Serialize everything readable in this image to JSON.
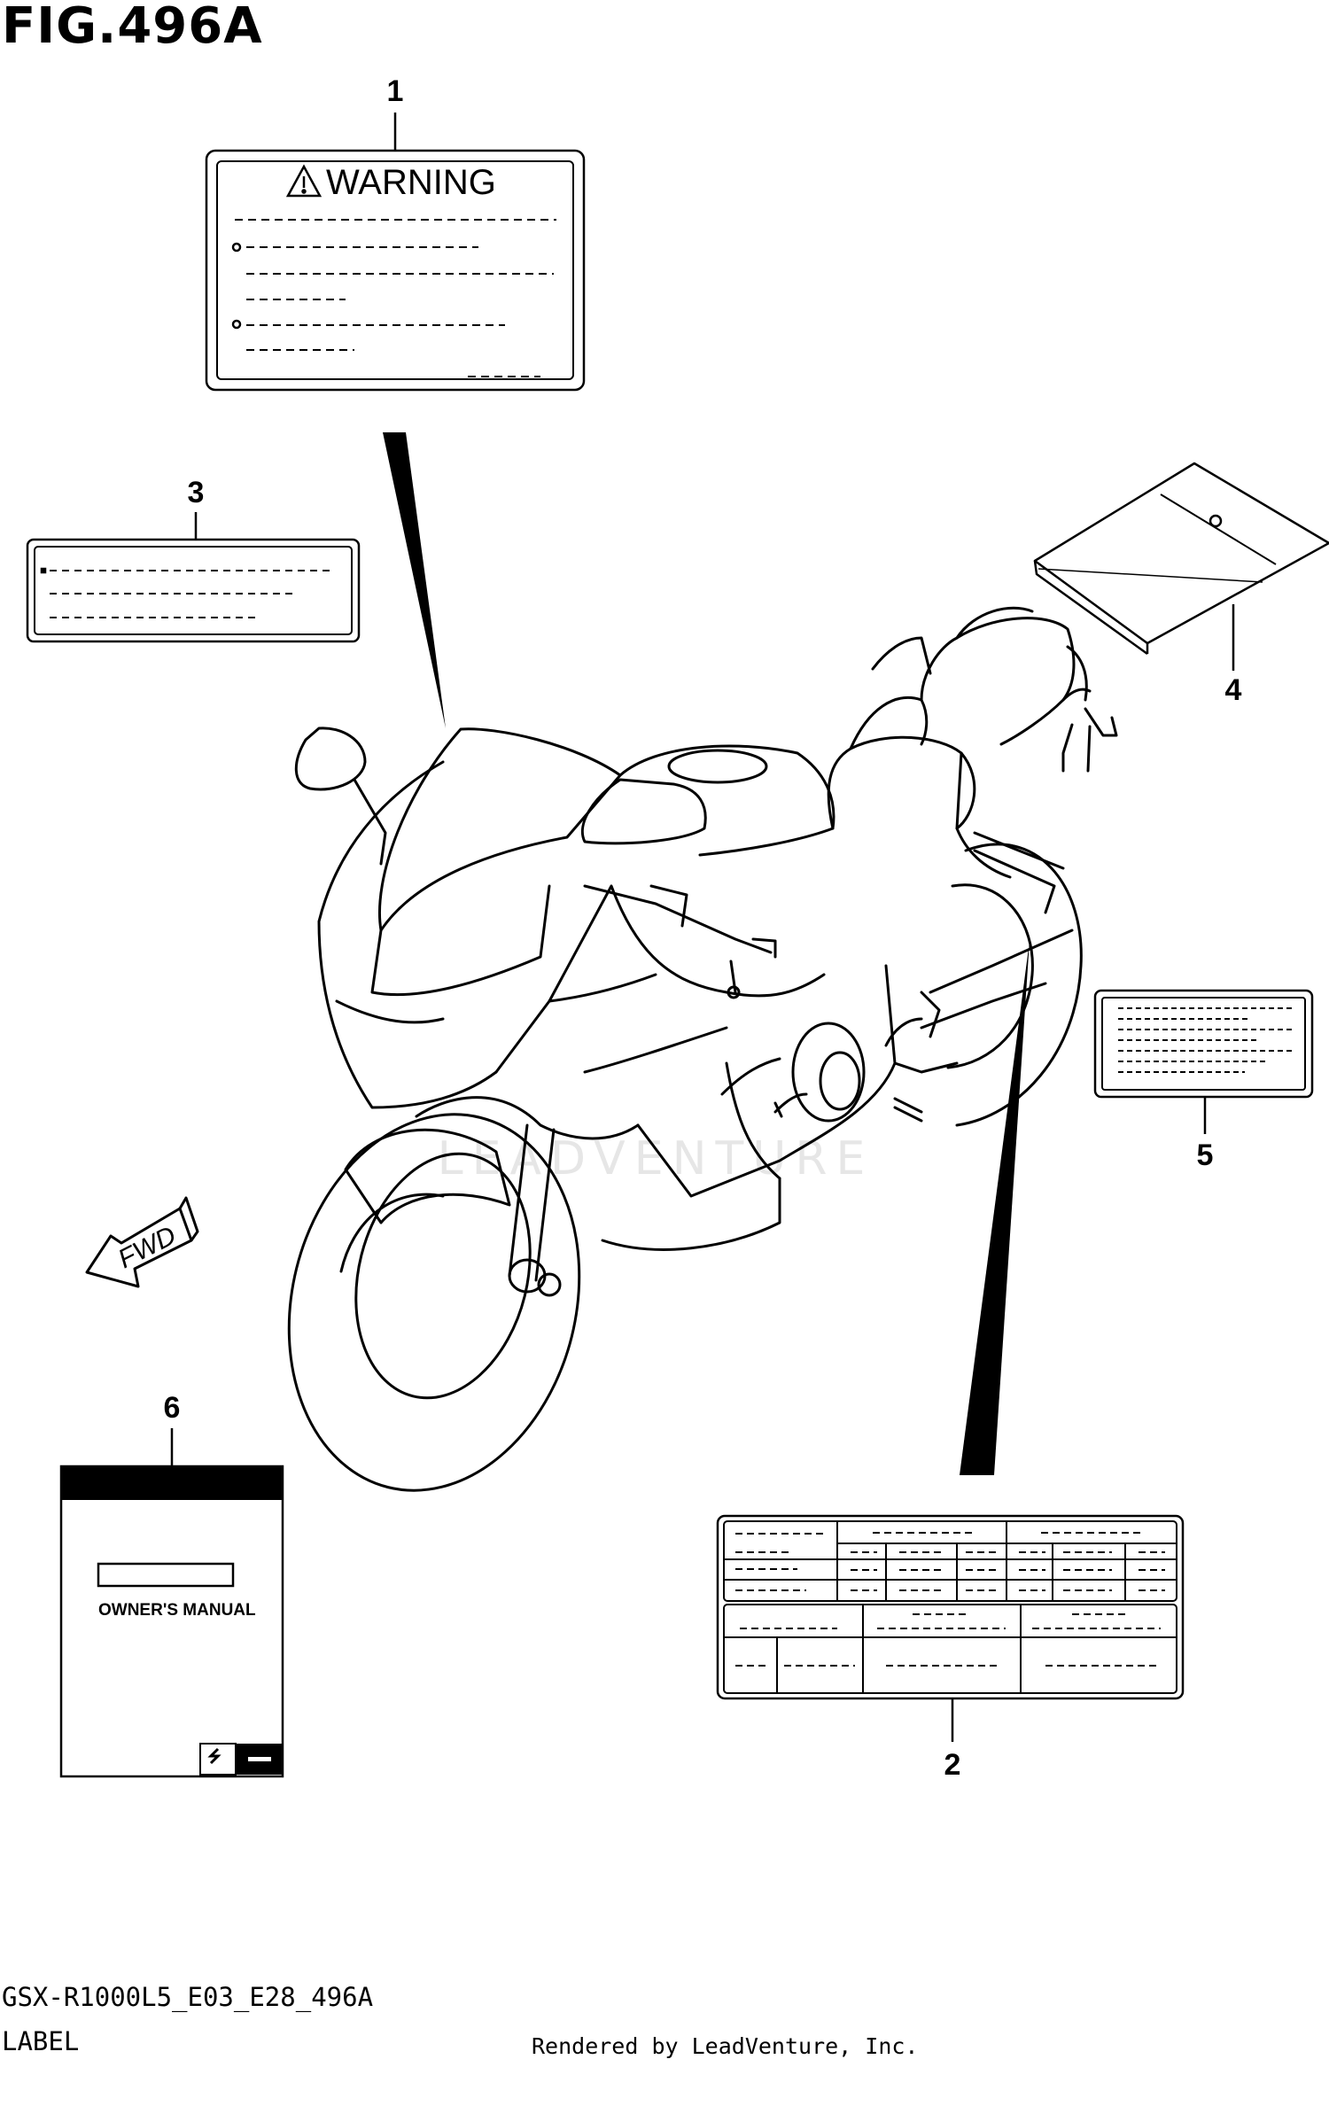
{
  "figure": {
    "title": "FIG.496A",
    "code": "GSX-R1000L5_E03_E28_496A",
    "caption": "LABEL",
    "rendered_by": "Rendered by LeadVenture, Inc.",
    "watermark": "LEADVENTURE"
  },
  "labels": {
    "warning_heading": "WARNING",
    "manual_text": "OWNER'S MANUAL",
    "fwd_text": "FWD"
  },
  "callouts": [
    {
      "id": "callout-1",
      "number": "1"
    },
    {
      "id": "callout-2",
      "number": "2"
    },
    {
      "id": "callout-3",
      "number": "3"
    },
    {
      "id": "callout-4",
      "number": "4"
    },
    {
      "id": "callout-5",
      "number": "5"
    },
    {
      "id": "callout-6",
      "number": "6"
    }
  ],
  "colors": {
    "ink": "#000000",
    "paper": "#ffffff",
    "watermark": "#e6e6e6"
  }
}
